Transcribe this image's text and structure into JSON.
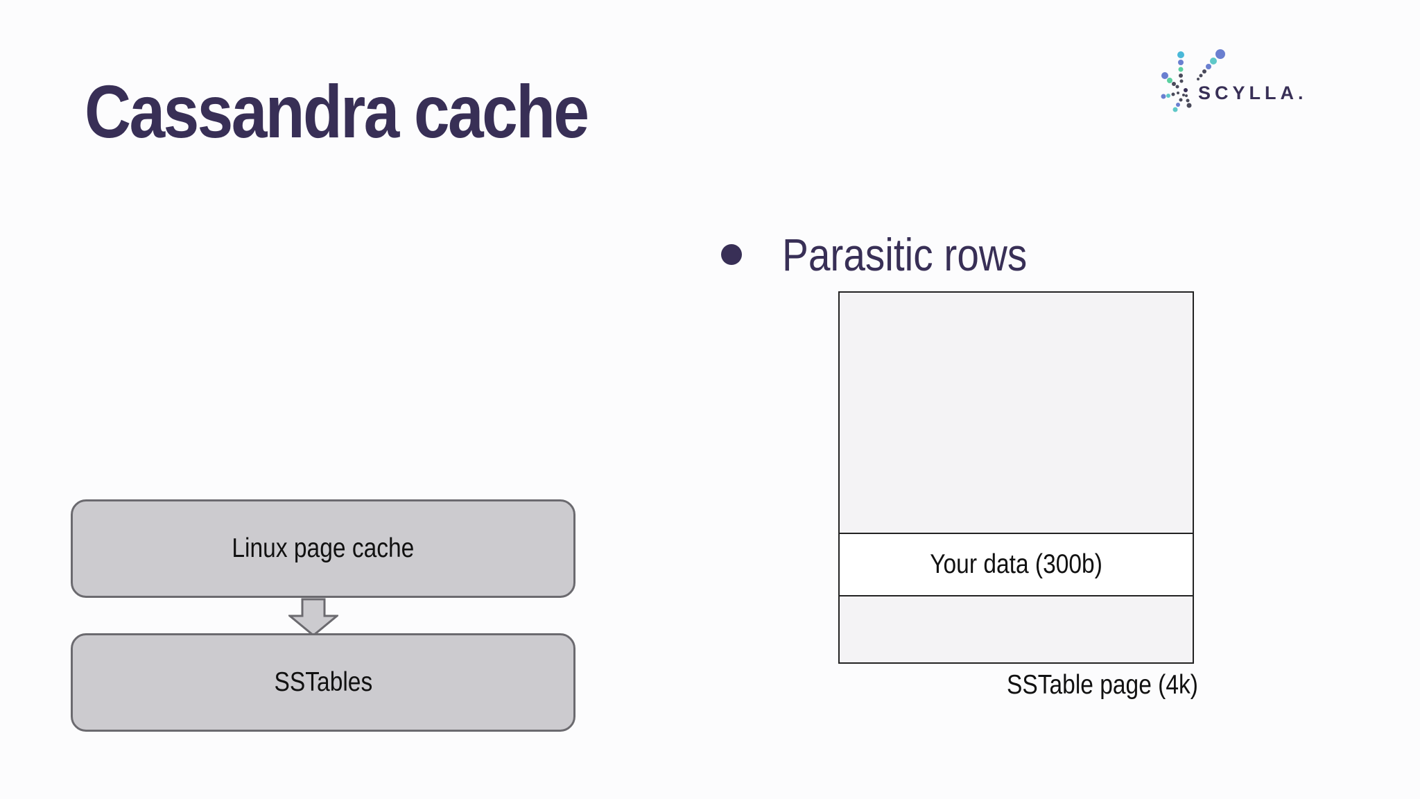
{
  "slide": {
    "title": "Cassandra cache",
    "logo_text": "SCYLLA."
  },
  "bullets": [
    {
      "text": "Parasitic rows"
    }
  ],
  "stack": {
    "top_box": "Linux page cache",
    "bottom_box": "SSTables"
  },
  "sstable_page": {
    "data_label": "Your data (300b)",
    "caption": "SSTable page (4k)"
  },
  "colors": {
    "title": "#382f56",
    "box_fill": "#cccbcf",
    "box_border": "#6b6a6f",
    "page_fill": "#f4f3f5"
  }
}
